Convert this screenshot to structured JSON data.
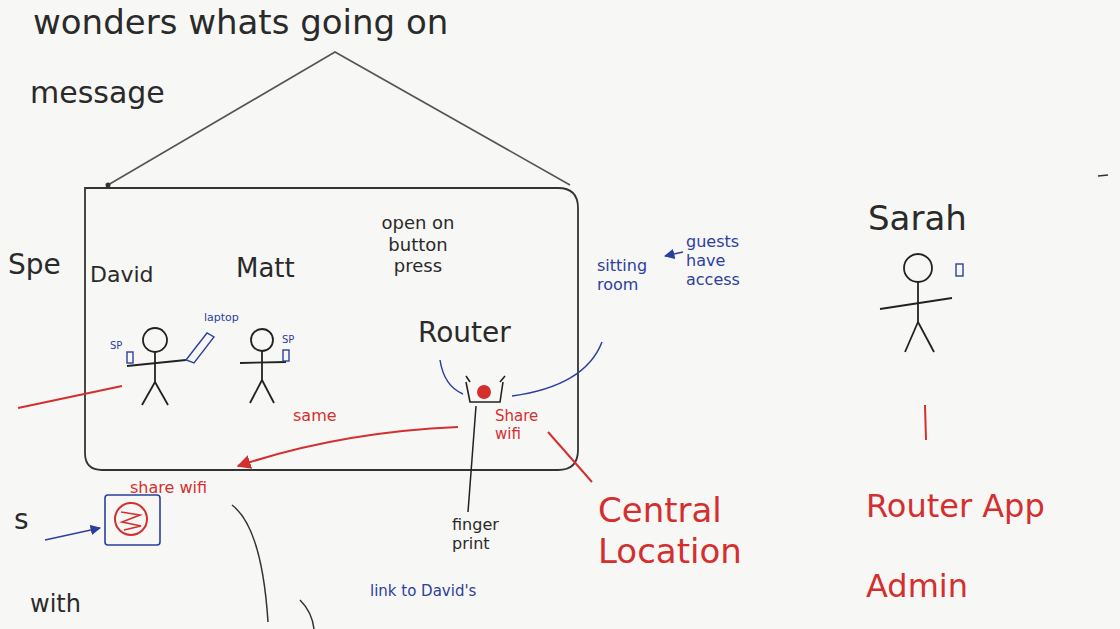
{
  "diagram": {
    "labels": [
      "wonders whats going on",
      "message",
      "Spe",
      "open on button press",
      "David",
      "laptop",
      "SP",
      "Matt",
      "SP",
      "Router",
      "sitting room",
      "guests have access",
      "Sarah",
      "same",
      "Share wifi",
      "share wifi",
      "finger print",
      "link to David's",
      "Central Location",
      "Router App Admin",
      "s",
      "with"
    ]
  }
}
